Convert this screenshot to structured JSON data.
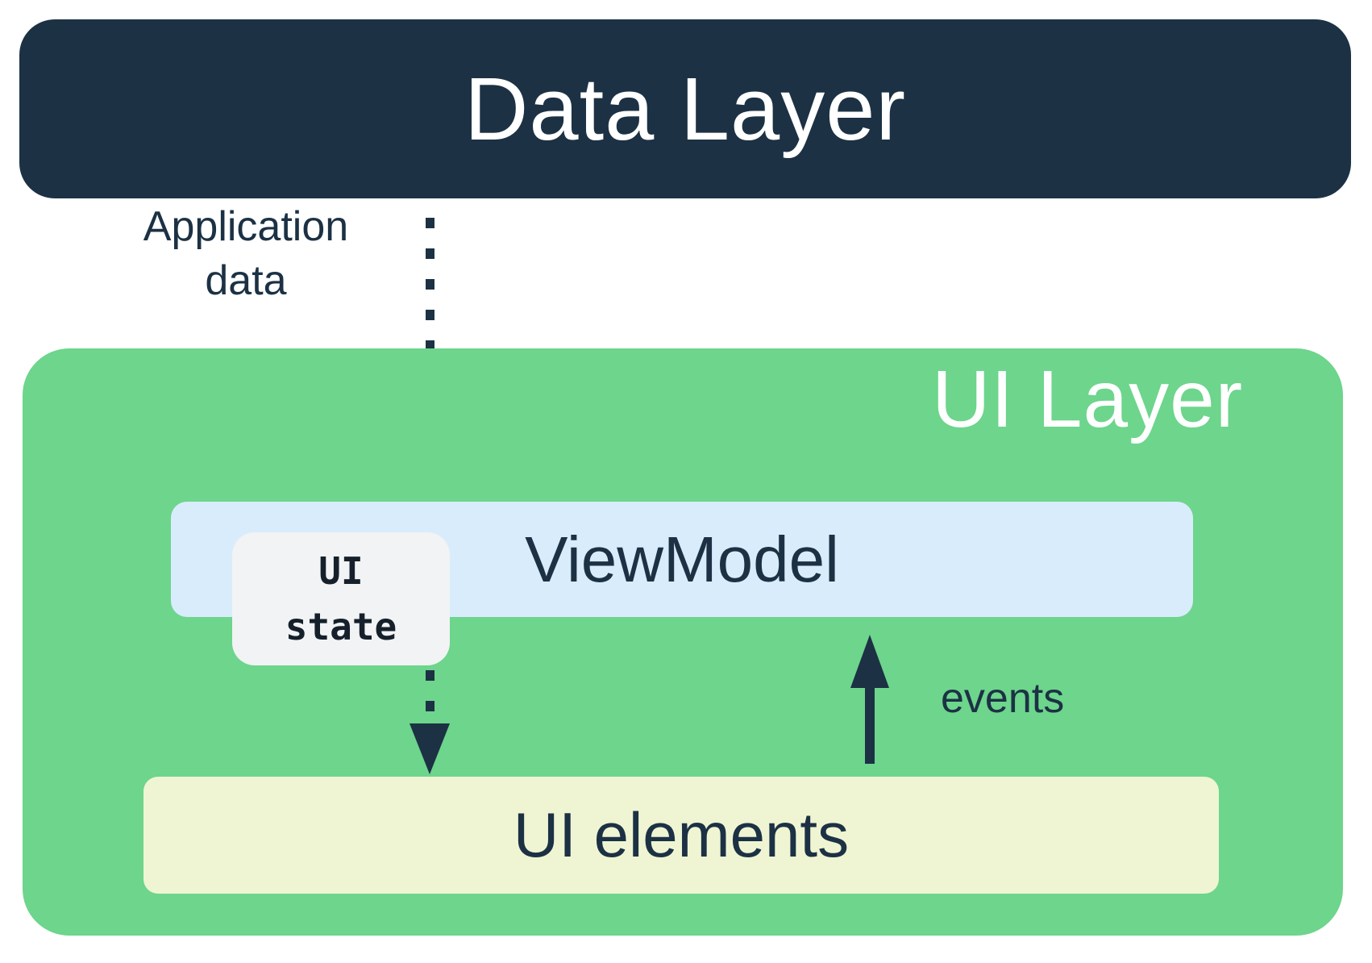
{
  "colors": {
    "navy": "#1C3144",
    "green": "#6DD58C",
    "light_blue": "#D9ECFB",
    "cream": "#EFF5D3",
    "light_gray": "#F1F3F4",
    "white_text": "#FFFFFF",
    "dark_mono_text": "#15202B"
  },
  "boxes": {
    "data_layer": {
      "label": "Data Layer"
    },
    "ui_layer": {
      "label": "UI Layer"
    },
    "viewmodel": {
      "label": "ViewModel"
    },
    "ui_state": {
      "lines": [
        "UI",
        "state"
      ]
    },
    "ui_elements": {
      "label": "UI elements"
    }
  },
  "annotations": {
    "application_data": {
      "lines": [
        "Application",
        "data"
      ]
    },
    "events": {
      "label": "events"
    }
  }
}
